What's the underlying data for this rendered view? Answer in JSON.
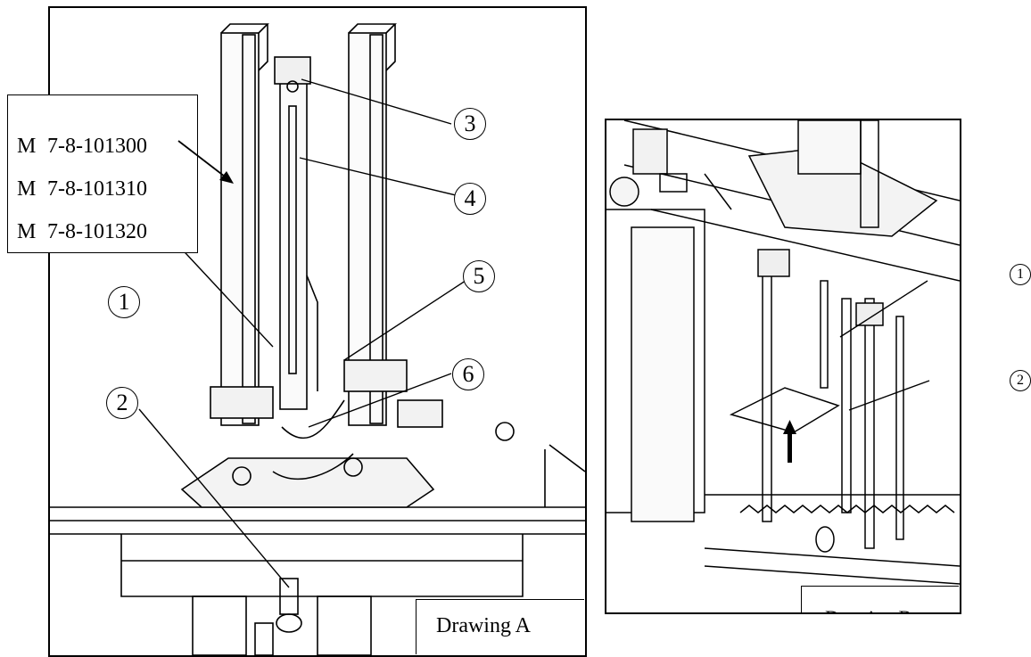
{
  "drawing_a": {
    "label": "Drawing A",
    "models": [
      {
        "prefix": "M",
        "code": "7-8-101300"
      },
      {
        "prefix": "M",
        "code": "7-8-101310"
      },
      {
        "prefix": "M",
        "code": "7-8-101320"
      }
    ],
    "callouts": [
      "1",
      "2",
      "3",
      "4",
      "5",
      "6"
    ]
  },
  "drawing_b": {
    "label": "Drawing B",
    "callouts": [
      "1",
      "2"
    ]
  }
}
